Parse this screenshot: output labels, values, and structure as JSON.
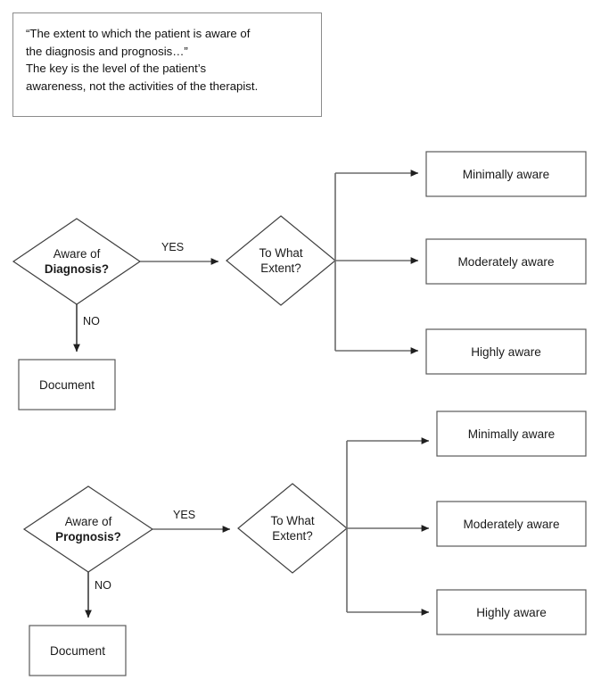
{
  "document": {
    "title": "Patient Awareness Flowchart",
    "background_color": "#ffffff",
    "shape_stroke_color": "#595959",
    "connector_color": "#6b6b6b",
    "text_color": "#1a1a1a"
  },
  "quote": {
    "border_color": "#8c8c8c",
    "lines": [
      "“The extent to which the patient is aware of",
      "the diagnosis and prognosis…”",
      "The key is the level of the patient’s",
      "awareness, not the activities of the therapist."
    ]
  },
  "groups": [
    {
      "id": "diagnosis",
      "decision": {
        "line1": "Aware of",
        "line2": "Diagnosis?",
        "line2_bold": true
      },
      "yes_label": "YES",
      "no_label": "NO",
      "no_target": "Document",
      "extent": {
        "line1": "To What",
        "line2": "Extent?"
      },
      "outcomes": [
        "Minimally aware",
        "Moderately  aware",
        "Highly aware"
      ]
    },
    {
      "id": "prognosis",
      "decision": {
        "line1": "Aware of",
        "line2": "Prognosis?",
        "line2_bold": true
      },
      "yes_label": "YES",
      "no_label": "NO",
      "no_target": "Document",
      "extent": {
        "line1": "To What",
        "line2": "Extent?"
      },
      "outcomes": [
        "Minimally aware",
        "Moderately aware",
        "Highly aware"
      ]
    }
  ]
}
